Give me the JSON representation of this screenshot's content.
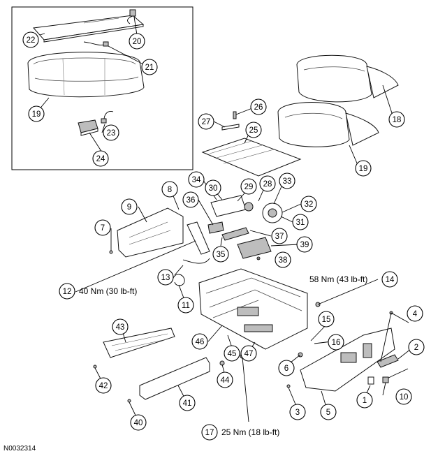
{
  "figure_id": "N0032314",
  "callouts": [
    {
      "id": "c1",
      "label": "1"
    },
    {
      "id": "c2",
      "label": "2"
    },
    {
      "id": "c3",
      "label": "3"
    },
    {
      "id": "c4",
      "label": "4"
    },
    {
      "id": "c5",
      "label": "5"
    },
    {
      "id": "c6",
      "label": "6"
    },
    {
      "id": "c7",
      "label": "7"
    },
    {
      "id": "c8",
      "label": "8"
    },
    {
      "id": "c9",
      "label": "9"
    },
    {
      "id": "c10",
      "label": "10"
    },
    {
      "id": "c11",
      "label": "11"
    },
    {
      "id": "c12",
      "label": "12"
    },
    {
      "id": "c13",
      "label": "13"
    },
    {
      "id": "c14",
      "label": "14"
    },
    {
      "id": "c15",
      "label": "15"
    },
    {
      "id": "c16",
      "label": "16"
    },
    {
      "id": "c17",
      "label": "17"
    },
    {
      "id": "c18",
      "label": "18"
    },
    {
      "id": "c19a",
      "label": "19"
    },
    {
      "id": "c19b",
      "label": "19"
    },
    {
      "id": "c20",
      "label": "20"
    },
    {
      "id": "c21",
      "label": "21"
    },
    {
      "id": "c22",
      "label": "22"
    },
    {
      "id": "c23",
      "label": "23"
    },
    {
      "id": "c24",
      "label": "24"
    },
    {
      "id": "c25",
      "label": "25"
    },
    {
      "id": "c26",
      "label": "26"
    },
    {
      "id": "c27",
      "label": "27"
    },
    {
      "id": "c28",
      "label": "28"
    },
    {
      "id": "c29",
      "label": "29"
    },
    {
      "id": "c30",
      "label": "30"
    },
    {
      "id": "c31",
      "label": "31"
    },
    {
      "id": "c32",
      "label": "32"
    },
    {
      "id": "c33",
      "label": "33"
    },
    {
      "id": "c34",
      "label": "34"
    },
    {
      "id": "c35",
      "label": "35"
    },
    {
      "id": "c36",
      "label": "36"
    },
    {
      "id": "c37",
      "label": "37"
    },
    {
      "id": "c38",
      "label": "38"
    },
    {
      "id": "c39",
      "label": "39"
    },
    {
      "id": "c40",
      "label": "40"
    },
    {
      "id": "c41",
      "label": "41"
    },
    {
      "id": "c42",
      "label": "42"
    },
    {
      "id": "c43",
      "label": "43"
    },
    {
      "id": "c44",
      "label": "44"
    },
    {
      "id": "c45",
      "label": "45"
    },
    {
      "id": "c46",
      "label": "46"
    },
    {
      "id": "c47",
      "label": "47"
    }
  ],
  "torque_specs": {
    "t12": "40 Nm (30 lb-ft)",
    "t14": "58 Nm (43 lb-ft)",
    "t17": "25 Nm (18 lb-ft)"
  }
}
